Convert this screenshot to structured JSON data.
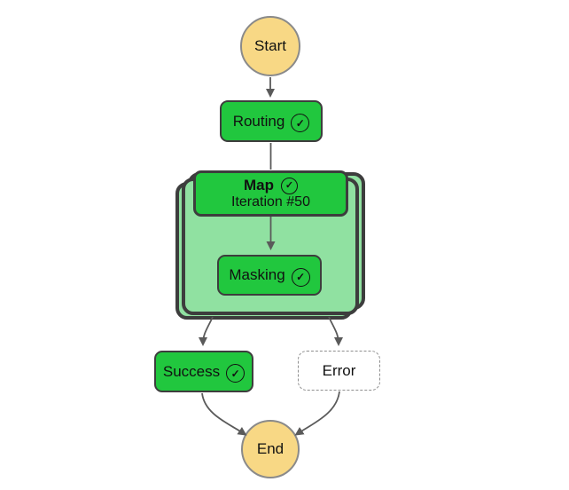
{
  "nodes": {
    "start": {
      "label": "Start"
    },
    "routing": {
      "label": "Routing",
      "status": "succeeded"
    },
    "map": {
      "label": "Map",
      "iteration": "Iteration #50",
      "status": "succeeded"
    },
    "masking": {
      "label": "Masking",
      "status": "succeeded"
    },
    "success": {
      "label": "Success",
      "status": "succeeded"
    },
    "error": {
      "label": "Error",
      "status": "not-entered"
    },
    "end": {
      "label": "End"
    }
  },
  "icons": {
    "status_check": "✓"
  },
  "edges": [
    {
      "from": "Start",
      "to": "Routing"
    },
    {
      "from": "Routing",
      "to": "Map"
    },
    {
      "from": "Map",
      "to": "Masking"
    },
    {
      "from": "Map",
      "to": "Success"
    },
    {
      "from": "Map",
      "to": "Error"
    },
    {
      "from": "Success",
      "to": "End"
    },
    {
      "from": "Error",
      "to": "End"
    }
  ],
  "colors": {
    "node_green": "#21c73e",
    "container_green": "#90e1a1",
    "terminal_yellow": "#f8d885",
    "terminal_border": "#8a8a8a",
    "dark_border": "#3d3d3d",
    "arrow": "#5a5a5a",
    "error_border": "#8f8f8f",
    "text": "#111111",
    "background": "#ffffff"
  }
}
